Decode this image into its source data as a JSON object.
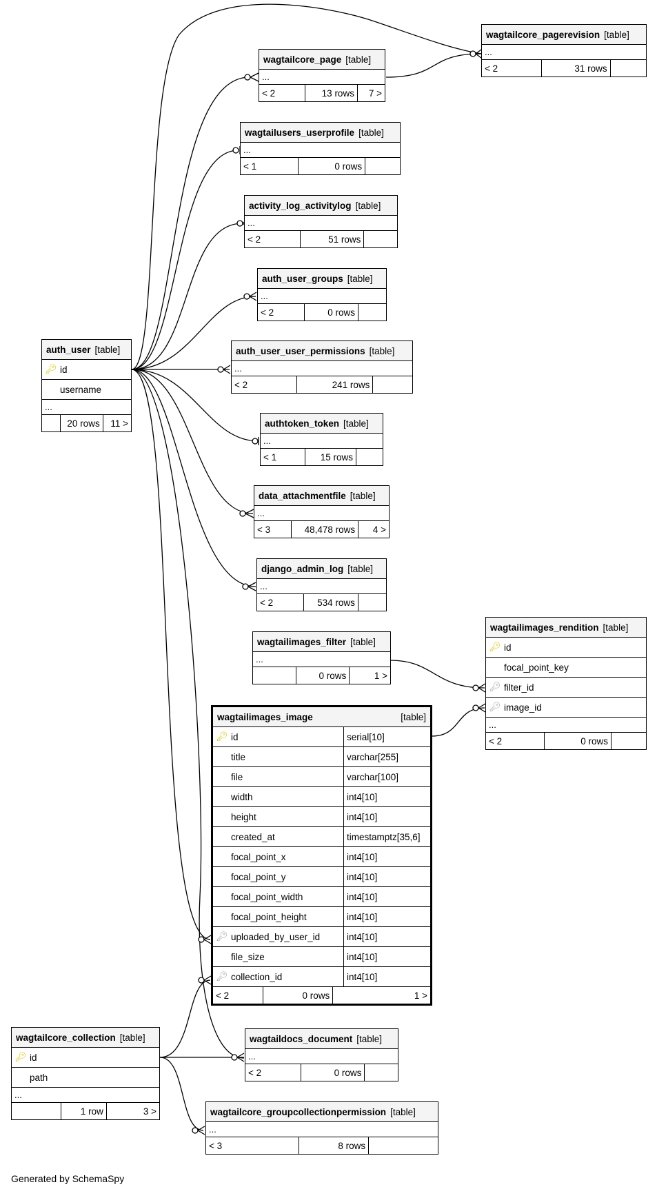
{
  "footer_text": "Generated by SchemaSpy",
  "colors": {
    "pk_key": "#d4c000",
    "fk_key": "#a0a0a0",
    "header_bg": "#f4f4f4"
  },
  "tables": {
    "wagtailcore_pagerevision": {
      "name": "wagtailcore_pagerevision",
      "kind": "[table]",
      "columns": [],
      "more": "...",
      "parents": "< 2",
      "rows": "31 rows",
      "children": ""
    },
    "wagtailcore_page": {
      "name": "wagtailcore_page",
      "kind": "[table]",
      "columns": [],
      "more": "...",
      "parents": "< 2",
      "rows": "13 rows",
      "children": "7 >"
    },
    "wagtailusers_userprofile": {
      "name": "wagtailusers_userprofile",
      "kind": "[table]",
      "columns": [],
      "more": "...",
      "parents": "< 1",
      "rows": "0 rows",
      "children": ""
    },
    "activity_log_activitylog": {
      "name": "activity_log_activitylog",
      "kind": "[table]",
      "columns": [],
      "more": "...",
      "parents": "< 2",
      "rows": "51 rows",
      "children": ""
    },
    "auth_user_groups": {
      "name": "auth_user_groups",
      "kind": "[table]",
      "columns": [],
      "more": "...",
      "parents": "< 2",
      "rows": "0 rows",
      "children": ""
    },
    "auth_user": {
      "name": "auth_user",
      "kind": "[table]",
      "columns": [
        {
          "name": "id",
          "key": "pk"
        },
        {
          "name": "username",
          "key": ""
        }
      ],
      "more": "...",
      "parents": "",
      "rows": "20 rows",
      "children": "11 >"
    },
    "auth_user_user_permissions": {
      "name": "auth_user_user_permissions",
      "kind": "[table]",
      "columns": [],
      "more": "...",
      "parents": "< 2",
      "rows": "241 rows",
      "children": ""
    },
    "authtoken_token": {
      "name": "authtoken_token",
      "kind": "[table]",
      "columns": [],
      "more": "...",
      "parents": "< 1",
      "rows": "15 rows",
      "children": ""
    },
    "data_attachmentfile": {
      "name": "data_attachmentfile",
      "kind": "[table]",
      "columns": [],
      "more": "...",
      "parents": "< 3",
      "rows": "48,478 rows",
      "children": "4 >"
    },
    "django_admin_log": {
      "name": "django_admin_log",
      "kind": "[table]",
      "columns": [],
      "more": "...",
      "parents": "< 2",
      "rows": "534 rows",
      "children": ""
    },
    "wagtailimages_filter": {
      "name": "wagtailimages_filter",
      "kind": "[table]",
      "columns": [],
      "more": "...",
      "parents": "",
      "rows": "0 rows",
      "children": "1 >"
    },
    "wagtailimages_rendition": {
      "name": "wagtailimages_rendition",
      "kind": "[table]",
      "columns": [
        {
          "name": "id",
          "key": "pk"
        },
        {
          "name": "focal_point_key",
          "key": ""
        },
        {
          "name": "filter_id",
          "key": "fk"
        },
        {
          "name": "image_id",
          "key": "fk"
        }
      ],
      "more": "...",
      "parents": "< 2",
      "rows": "0 rows",
      "children": ""
    },
    "wagtailimages_image": {
      "name": "wagtailimages_image",
      "kind": "[table]",
      "columns": [
        {
          "name": "id",
          "type": "serial[10]",
          "key": "pk"
        },
        {
          "name": "title",
          "type": "varchar[255]",
          "key": ""
        },
        {
          "name": "file",
          "type": "varchar[100]",
          "key": ""
        },
        {
          "name": "width",
          "type": "int4[10]",
          "key": ""
        },
        {
          "name": "height",
          "type": "int4[10]",
          "key": ""
        },
        {
          "name": "created_at",
          "type": "timestamptz[35,6]",
          "key": ""
        },
        {
          "name": "focal_point_x",
          "type": "int4[10]",
          "key": ""
        },
        {
          "name": "focal_point_y",
          "type": "int4[10]",
          "key": ""
        },
        {
          "name": "focal_point_width",
          "type": "int4[10]",
          "key": ""
        },
        {
          "name": "focal_point_height",
          "type": "int4[10]",
          "key": ""
        },
        {
          "name": "uploaded_by_user_id",
          "type": "int4[10]",
          "key": "fk"
        },
        {
          "name": "file_size",
          "type": "int4[10]",
          "key": ""
        },
        {
          "name": "collection_id",
          "type": "int4[10]",
          "key": "fk"
        }
      ],
      "more": "",
      "parents": "< 2",
      "rows": "0 rows",
      "children": "1 >"
    },
    "wagtailcore_collection": {
      "name": "wagtailcore_collection",
      "kind": "[table]",
      "columns": [
        {
          "name": "id",
          "key": "pk"
        },
        {
          "name": "path",
          "key": ""
        }
      ],
      "more": "...",
      "parents": "",
      "rows": "1 row",
      "children": "3 >"
    },
    "wagtaildocs_document": {
      "name": "wagtaildocs_document",
      "kind": "[table]",
      "columns": [],
      "more": "...",
      "parents": "< 2",
      "rows": "0 rows",
      "children": ""
    },
    "wagtailcore_groupcollectionpermission": {
      "name": "wagtailcore_groupcollectionpermission",
      "kind": "[table]",
      "columns": [],
      "more": "...",
      "parents": "< 3",
      "rows": "8 rows",
      "children": ""
    }
  }
}
